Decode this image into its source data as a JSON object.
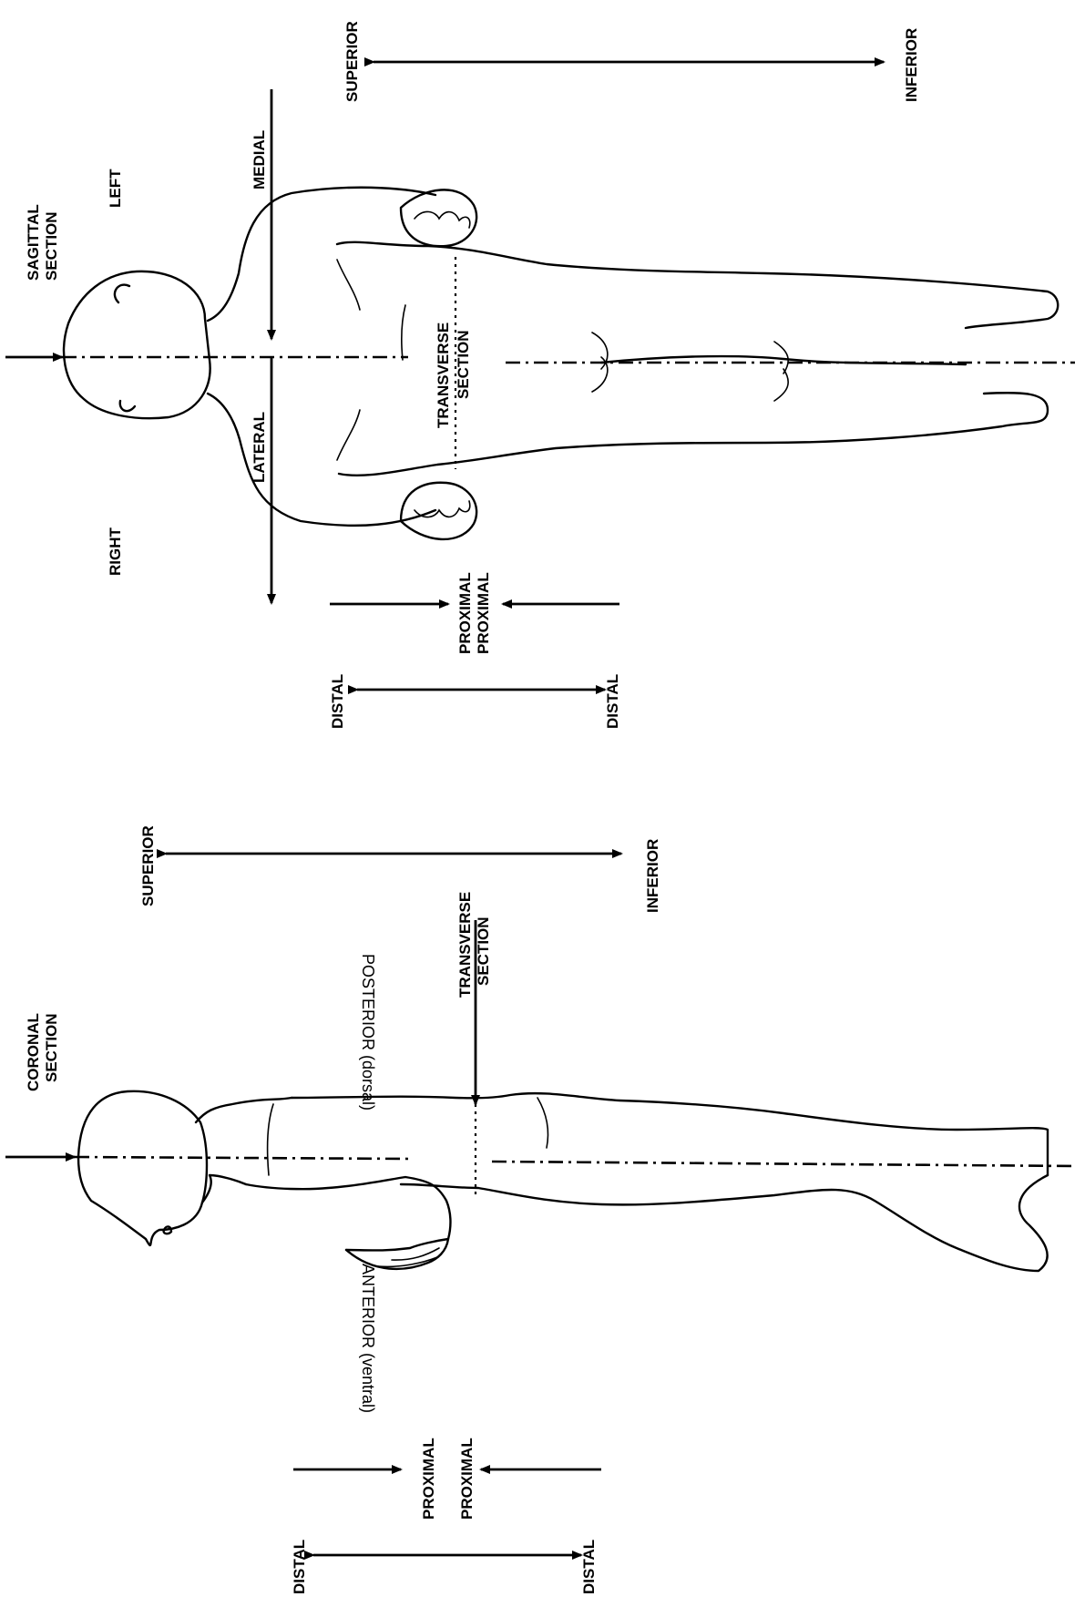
{
  "labels": {
    "top_superior": "SUPERIOR",
    "top_inferior": "INFERIOR",
    "sagittal_section": [
      "SAGITTAL",
      "SECTION"
    ],
    "left": "LEFT",
    "right": "RIGHT",
    "medial": "MEDIAL",
    "lateral": "LATERAL",
    "top_transverse_section": [
      "TRANSVERSE",
      "SECTION"
    ],
    "top_proximal_1": "PROXIMAL",
    "top_proximal_2": "PROXIMAL",
    "top_distal_1": "DISTAL",
    "top_distal_2": "DISTAL",
    "bottom_superior": "SUPERIOR",
    "bottom_inferior": "INFERIOR",
    "coronal_section": [
      "CORONAL",
      "SECTION"
    ],
    "posterior": "POSTERIOR (dorsal)",
    "anterior": "ANTERIOR (ventral)",
    "bottom_transverse_section": [
      "TRANSVERSE",
      "SECTION"
    ],
    "bottom_proximal_1": "PROXIMAL",
    "bottom_proximal_2": "PROXIMAL",
    "bottom_distal_1": "DISTAL",
    "bottom_distal_2": "DISTAL"
  }
}
